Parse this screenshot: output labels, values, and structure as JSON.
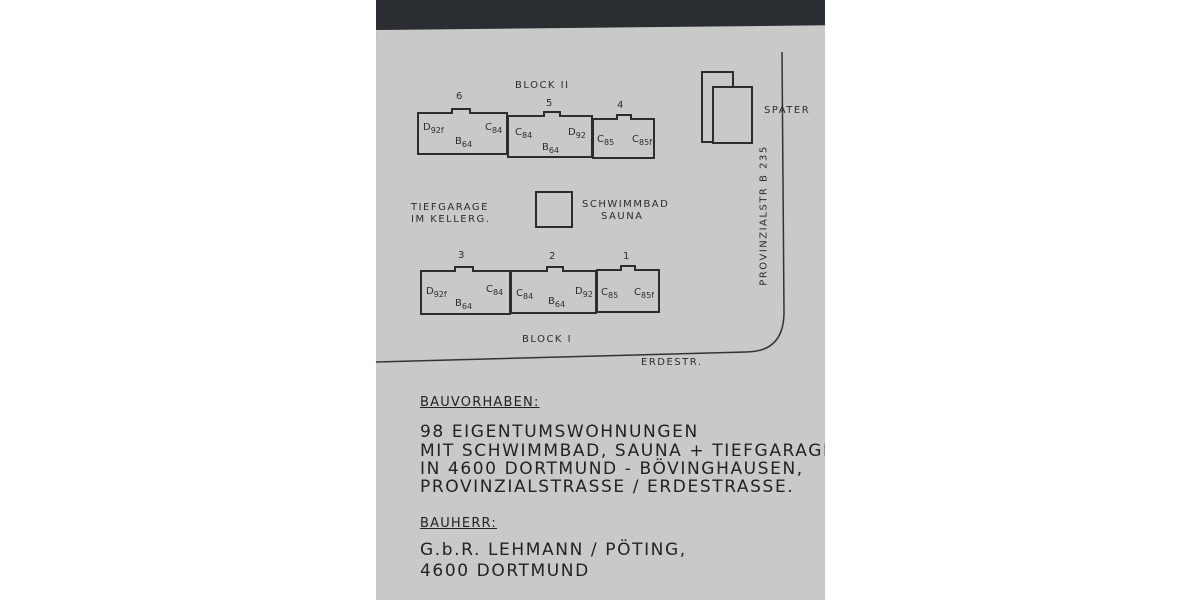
{
  "plan": {
    "block2_label": "BLOCK II",
    "block1_label": "BLOCK I",
    "buildings": [
      {
        "number": "6",
        "units": [
          {
            "l": "D",
            "s": "92f"
          },
          {
            "l": "B",
            "s": "64"
          },
          {
            "l": "C",
            "s": "84"
          }
        ]
      },
      {
        "number": "5",
        "units": [
          {
            "l": "C",
            "s": "84"
          },
          {
            "l": "B",
            "s": "64"
          },
          {
            "l": "D",
            "s": "92"
          }
        ]
      },
      {
        "number": "4",
        "units": [
          {
            "l": "C",
            "s": "85"
          },
          {
            "l": "C",
            "s": "85f"
          }
        ]
      },
      {
        "number": "3",
        "units": [
          {
            "l": "D",
            "s": "92f"
          },
          {
            "l": "B",
            "s": "64"
          },
          {
            "l": "C",
            "s": "84"
          }
        ]
      },
      {
        "number": "2",
        "units": [
          {
            "l": "C",
            "s": "84"
          },
          {
            "l": "B",
            "s": "64"
          },
          {
            "l": "D",
            "s": "92"
          }
        ]
      },
      {
        "number": "1",
        "units": [
          {
            "l": "C",
            "s": "85"
          },
          {
            "l": "C",
            "s": "85f"
          }
        ]
      }
    ],
    "garage_line1": "TIEFGARAGE",
    "garage_line2": "IM KELLERG.",
    "pool_line1": "SCHWIMMBAD",
    "pool_line2": "SAUNA",
    "later_label": "SPATER",
    "side_street": "PROVINZIALSTR   B 235",
    "bottom_street": "ERDESTR."
  },
  "text": {
    "project_heading": "BAUVORHABEN:",
    "project_lines": [
      "98 EIGENTUMSWOHNUNGEN",
      "MIT SCHWIMMBAD, SAUNA + TIEFGARAGE",
      "IN 4600 DORTMUND - BÖVINGHAUSEN,",
      "PROVINZIALSTRASSE / ERDESTRASSE."
    ],
    "owner_heading": "BAUHERR:",
    "owner_lines": [
      "G.b.R. LEHMANN / PÖTING,",
      "4600 DORTMUND"
    ]
  }
}
